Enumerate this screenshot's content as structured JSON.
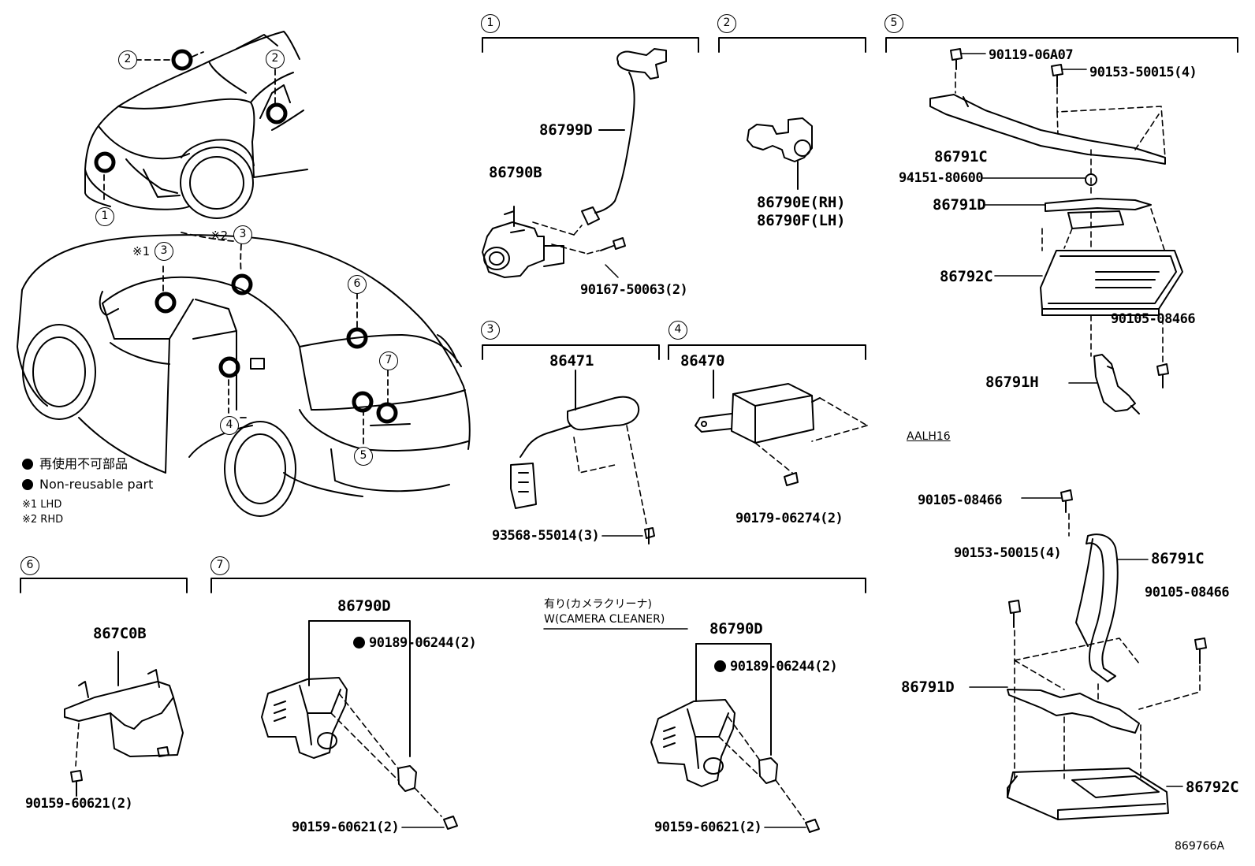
{
  "diagram_code": "869766A",
  "area_code": "AALH16",
  "legend": {
    "non_reusable_jp": "再使用不可部品",
    "non_reusable_en": "Non-reusable part",
    "note1": "※1 LHD",
    "note2": "※2 RHD"
  },
  "vehicle_marks": {
    "mark1": "※1",
    "mark2": "※2"
  },
  "callouts": [
    "1",
    "2",
    "2",
    "3",
    "3",
    "6",
    "7",
    "4",
    "5",
    "2",
    "1",
    "3",
    "4",
    "5",
    "6",
    "7"
  ],
  "section_numbers": {
    "s1": "1",
    "s2": "2",
    "s3": "3",
    "s4": "4",
    "s5": "5",
    "s6": "6",
    "s7": "7"
  },
  "camera_cleaner": {
    "jp": "有り(カメラクリーナ)",
    "en": "W(CAMERA CLEANER)"
  },
  "parts": {
    "p86799D": "86799D",
    "p86790B": "86790B",
    "p90167": "90167-50063(2)",
    "p86790E": "86790E(RH)",
    "p86790F": "86790F(LH)",
    "p86471": "86471",
    "p93568": "93568-55014(3)",
    "p86470": "86470",
    "p90179": "90179-06274(2)",
    "p90119": "90119-06A07",
    "p90153a": "90153-50015(4)",
    "p86791C_a": "86791C",
    "p94151": "94151-80600",
    "p86791D_a": "86791D",
    "p86792C_a": "86792C",
    "p90105_a": "90105-08466",
    "p86791H": "86791H",
    "p90105_b": "90105-08466",
    "p90153b": "90153-50015(4)",
    "p86791C_b": "86791C",
    "p90105_c": "90105-08466",
    "p86791D_b": "86791D",
    "p86792C_b": "86792C",
    "p867C0B": "867C0B",
    "p90159_a": "90159-60621(2)",
    "p86790D_a": "86790D",
    "p90189_a": "90189-06244(2)",
    "p90159_b": "90159-60621(2)",
    "p86790D_b": "86790D",
    "p90189_b": "90189-06244(2)",
    "p90159_c": "90159-60621(2)"
  }
}
